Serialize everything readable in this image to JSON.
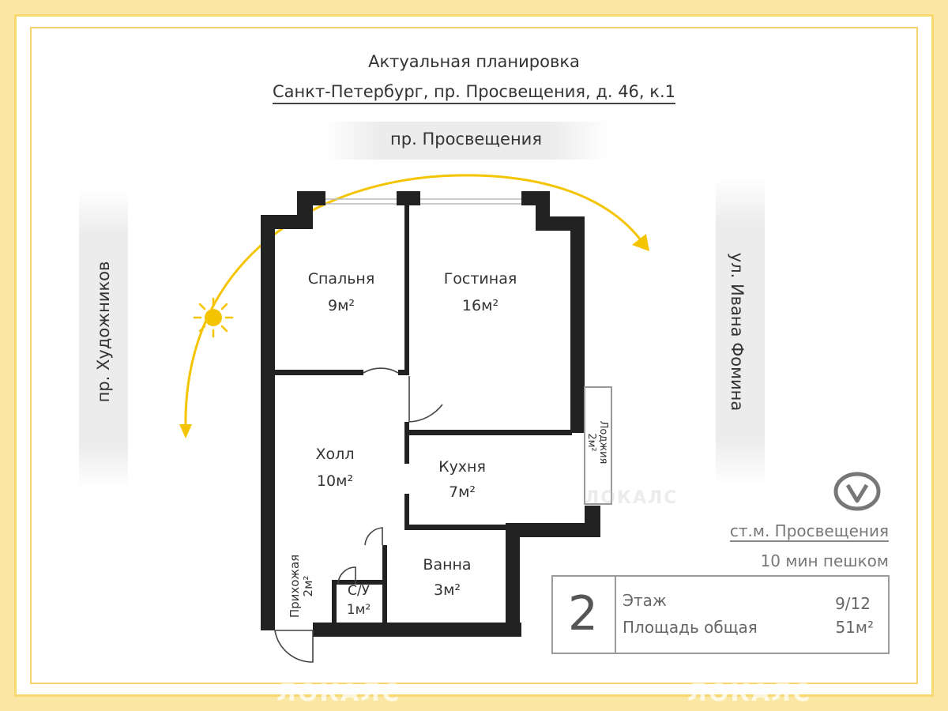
{
  "header": {
    "title": "Актуальная планировка",
    "address": "Санкт-Петербург, пр. Просвещения, д. 46, к.1"
  },
  "streets": {
    "top": "пр. Просвещения",
    "left": "пр. Художников",
    "right": "ул. Ивана Фомина"
  },
  "rooms": {
    "bedroom": {
      "name": "Спальня",
      "area": "9м²"
    },
    "living": {
      "name": "Гостиная",
      "area": "16м²"
    },
    "hall": {
      "name": "Холл",
      "area": "10м²"
    },
    "kitchen": {
      "name": "Кухня",
      "area": "7м²"
    },
    "bath": {
      "name": "Ванна",
      "area": "3м²"
    },
    "wc": {
      "name": "С/У",
      "area": "1м²"
    },
    "entrance": {
      "name": "Прихожая",
      "area": "2м²"
    },
    "loggia": {
      "name": "Лоджия",
      "area": "2м²"
    }
  },
  "metro": {
    "logo": "metro-m-logo",
    "station": "ст.м. Просвещения",
    "walk": "10 мин пешком"
  },
  "info": {
    "rooms_count": "2",
    "floor_label": "Этаж",
    "floor_value": "9/12",
    "area_label": "Площадь общая",
    "area_value": "51м²"
  },
  "watermark": {
    "text": "ЛОКАЛС"
  },
  "colors": {
    "frame": "#fbe7a4",
    "sun": "#f5c400",
    "walls": "#222222"
  },
  "icons": {
    "sun": "sun-icon",
    "sun_path": "sun-path-arrow"
  }
}
